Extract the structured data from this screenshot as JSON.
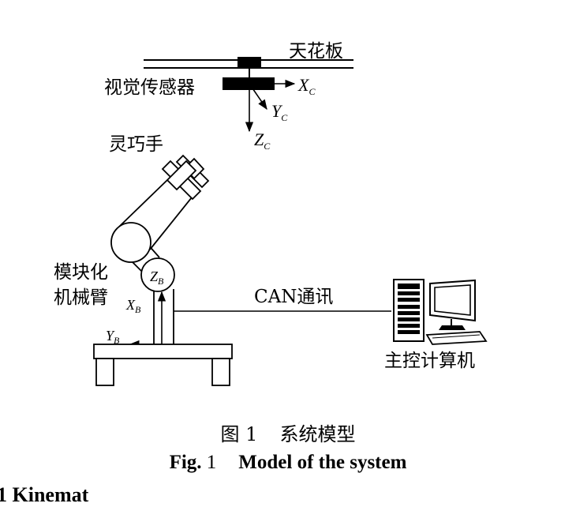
{
  "diagram": {
    "ceiling_label": "天花板",
    "vision_sensor_label": "视觉传感器",
    "camera_axes": {
      "x": "X",
      "x_sub": "C",
      "y": "Y",
      "y_sub": "C",
      "z": "Z",
      "z_sub": "C"
    },
    "dexterous_hand_label": "灵巧手",
    "modular_arm_label_line1": "模块化",
    "modular_arm_label_line2": "机械臂",
    "base_axes": {
      "z": "Z",
      "z_sub": "B",
      "x": "X",
      "x_sub": "B",
      "y": "Y",
      "y_sub": "B"
    },
    "can_label": "CAN通讯",
    "computer_label": "主控计算机"
  },
  "caption": {
    "cn_fig": "图 1",
    "cn_title": "系统模型",
    "en_fig": "Fig.",
    "en_num": "1",
    "en_title": "Model of the system"
  },
  "cutoff_text": "1   Kinemat"
}
